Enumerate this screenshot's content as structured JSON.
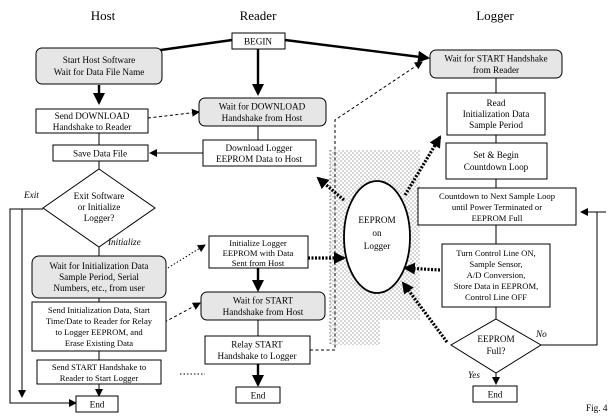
{
  "columns": {
    "host": "Host",
    "reader": "Reader",
    "logger": "Logger"
  },
  "figure_label": "Fig. 4",
  "begin": "BEGIN",
  "host": {
    "start": [
      "Start Host Software",
      "Wait for Data File Name"
    ],
    "send_download": [
      "Send DOWNLOAD",
      "Handshake to Reader"
    ],
    "save_data": "Save Data File",
    "exit_decision": [
      "Exit Software",
      "or Initialize",
      "Logger?"
    ],
    "exit_label": "Exit",
    "initialize_label": "Initialize",
    "wait_init": [
      "Wait for Initialization Data",
      "Sample Period, Serial",
      "Numbers, etc., from user"
    ],
    "send_init": [
      "Send Initialization Data, Start",
      "Time/Date to Reader for Relay",
      "to Logger EEPROM, and",
      "Erase Existing Data"
    ],
    "send_start": [
      "Send START Handshake to",
      "Reader to Start Logger"
    ],
    "end": "End"
  },
  "reader": {
    "wait_download": [
      "Wait for DOWNLOAD",
      "Handshake from Host"
    ],
    "download_logger": [
      "Download Logger",
      "EEPROM Data to Host"
    ],
    "init_logger": [
      "Initialize Logger",
      "EEPROM with Data",
      "Sent from Host"
    ],
    "wait_start": [
      "Wait for START",
      "Handshake from Host"
    ],
    "relay_start": [
      "Relay START",
      "Handshake to Logger"
    ],
    "end": "End"
  },
  "eeprom": [
    "EEPROM",
    "on",
    "Logger"
  ],
  "logger": {
    "wait_start": [
      "Wait for START Handshake",
      "from Reader"
    ],
    "read_init": [
      "Read",
      "Initialization Data",
      "Sample Period"
    ],
    "set_begin": [
      "Set & Begin",
      "Countdown Loop"
    ],
    "countdown": [
      "Countdown to Next Sample Loop",
      "until Power Terminated or",
      "EEPROM Full"
    ],
    "sample": [
      "Turn Control Line ON,",
      "Sample  Sensor,",
      "A/D Conversion,",
      "Store Data in EEPROM,",
      "Control Line OFF"
    ],
    "full_decision": [
      "EEPROM",
      "Full?"
    ],
    "no_label": "No",
    "yes_label": "Yes",
    "end": "End"
  },
  "colors": {
    "shaded_box": "#e6e6e6",
    "line": "#000000",
    "hatch": "#555555"
  }
}
